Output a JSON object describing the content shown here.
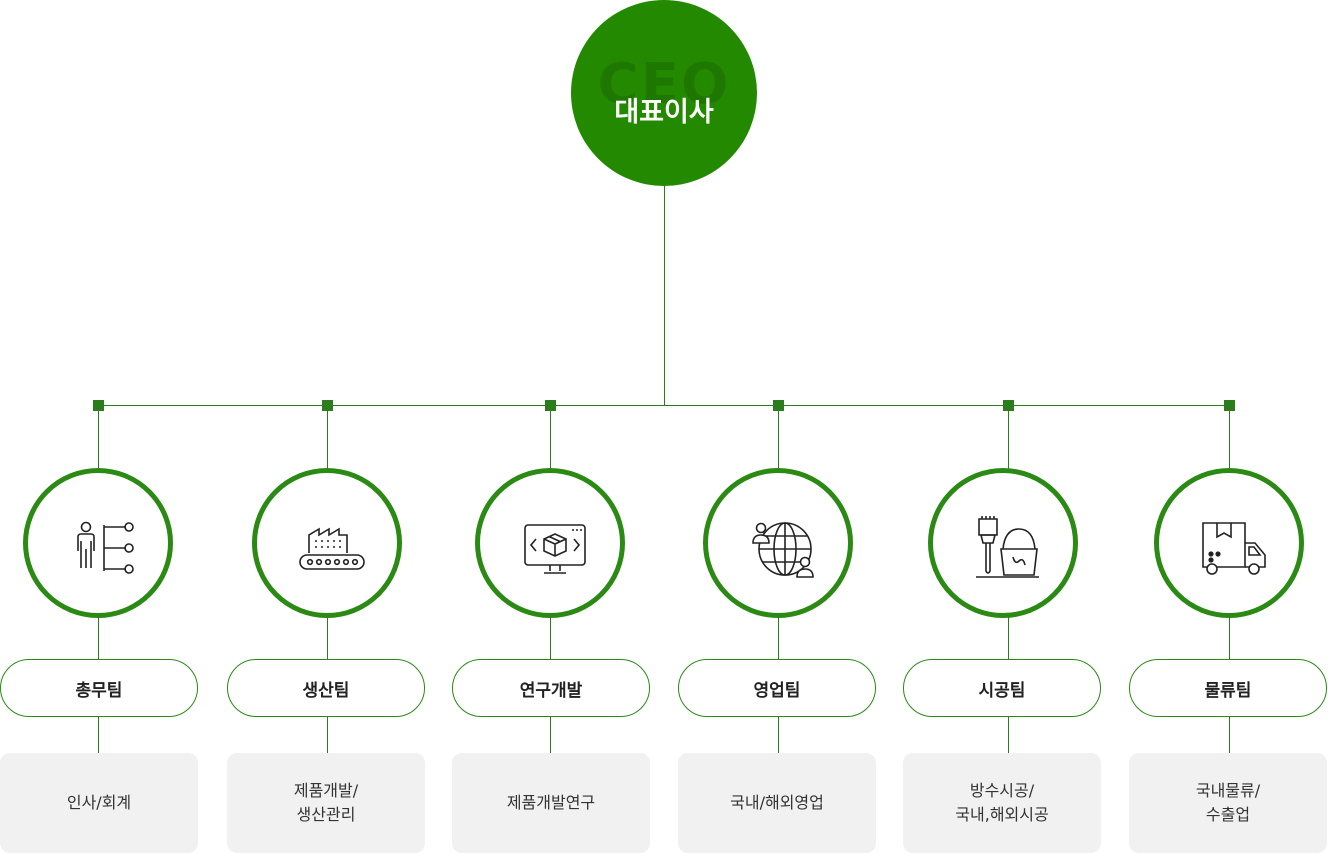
{
  "ceo": {
    "bg_text": "CEO",
    "title": "대표이사"
  },
  "colors": {
    "primary": "#238a00",
    "line": "#2a7d1a",
    "box_bg": "#f1f1f1"
  },
  "teams": [
    {
      "icon": "organization-people-icon",
      "name": "총무팀",
      "roles": "인사/회계"
    },
    {
      "icon": "factory-conveyor-icon",
      "name": "생산팀",
      "roles": "제품개발/\n생산관리"
    },
    {
      "icon": "monitor-box-code-icon",
      "name": "연구개발",
      "roles": "제품개발연구"
    },
    {
      "icon": "globe-people-icon",
      "name": "영업팀",
      "roles": "국내/해외영업"
    },
    {
      "icon": "paint-bucket-brush-icon",
      "name": "시공팀",
      "roles": "방수시공/\n국내,해외시공"
    },
    {
      "icon": "delivery-truck-box-icon",
      "name": "물류팀",
      "roles": "국내물류/\n수출업"
    }
  ]
}
